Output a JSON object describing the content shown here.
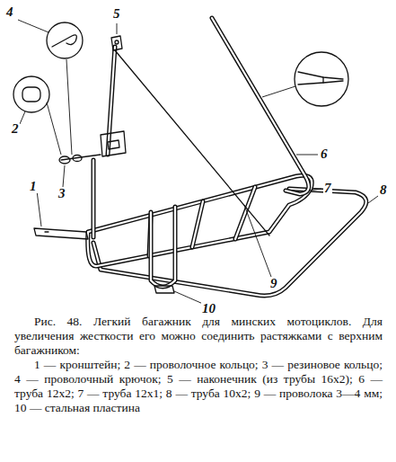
{
  "diagram": {
    "caption": "Рис. 48. Легкий багажник для минских мотоциклов. Для увеличения жесткости его можно соединить растяжками с верхним багажником:",
    "labels": [
      "4",
      "2",
      "3",
      "5",
      "1",
      "6",
      "7",
      "8",
      "9",
      "10",
      "1 — кронштейн; 2 — проволочное кольцо; 3 — резиновое кольцо; 4 — проволочный крючок; 5 — наконечник (из трубы 16х2); 6 — труба 12х2; 7 — труба 12х1; 8 — труба 10х2; 9 — проволока 3—4 мм; 10 — стальная пластина"
    ]
  }
}
